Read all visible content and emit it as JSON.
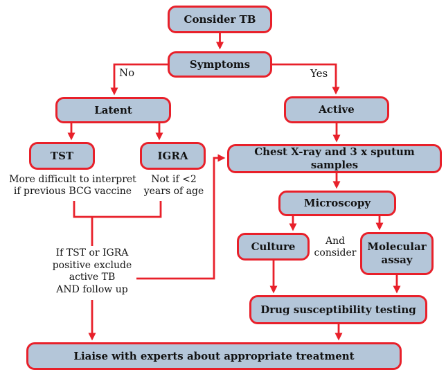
{
  "title": "TB diagnostic pathway flowchart",
  "colors": {
    "node_fill": "#b4c6d9",
    "node_border": "#e8202a",
    "arrow": "#e8202a",
    "text": "#121212",
    "background": "#ffffff"
  },
  "nodes": {
    "consider_tb": {
      "label": "Consider TB"
    },
    "symptoms": {
      "label": "Symptoms"
    },
    "latent": {
      "label": "Latent"
    },
    "tst": {
      "label": "TST"
    },
    "igra": {
      "label": "IGRA"
    },
    "active": {
      "label": "Active"
    },
    "chest_xray": {
      "label": "Chest X-ray and 3 x sputum samples"
    },
    "microscopy": {
      "label": "Microscopy"
    },
    "culture": {
      "label": "Culture"
    },
    "molecular": {
      "label": "Molecular assay"
    },
    "drug_test": {
      "label": "Drug susceptibility testing"
    },
    "liaise": {
      "label": "Liaise with experts about appropriate treatment"
    }
  },
  "edge_labels": {
    "no": "No",
    "yes": "Yes"
  },
  "annotations": {
    "tst_note": [
      "More difficult to interpret",
      "if previous BCG vaccine"
    ],
    "igra_note": [
      "Not if <2",
      "years of age"
    ],
    "and_consider": [
      "And",
      "consider"
    ],
    "followup_note": [
      "If TST or IGRA",
      "positive exclude",
      "active TB",
      "AND follow up"
    ]
  }
}
